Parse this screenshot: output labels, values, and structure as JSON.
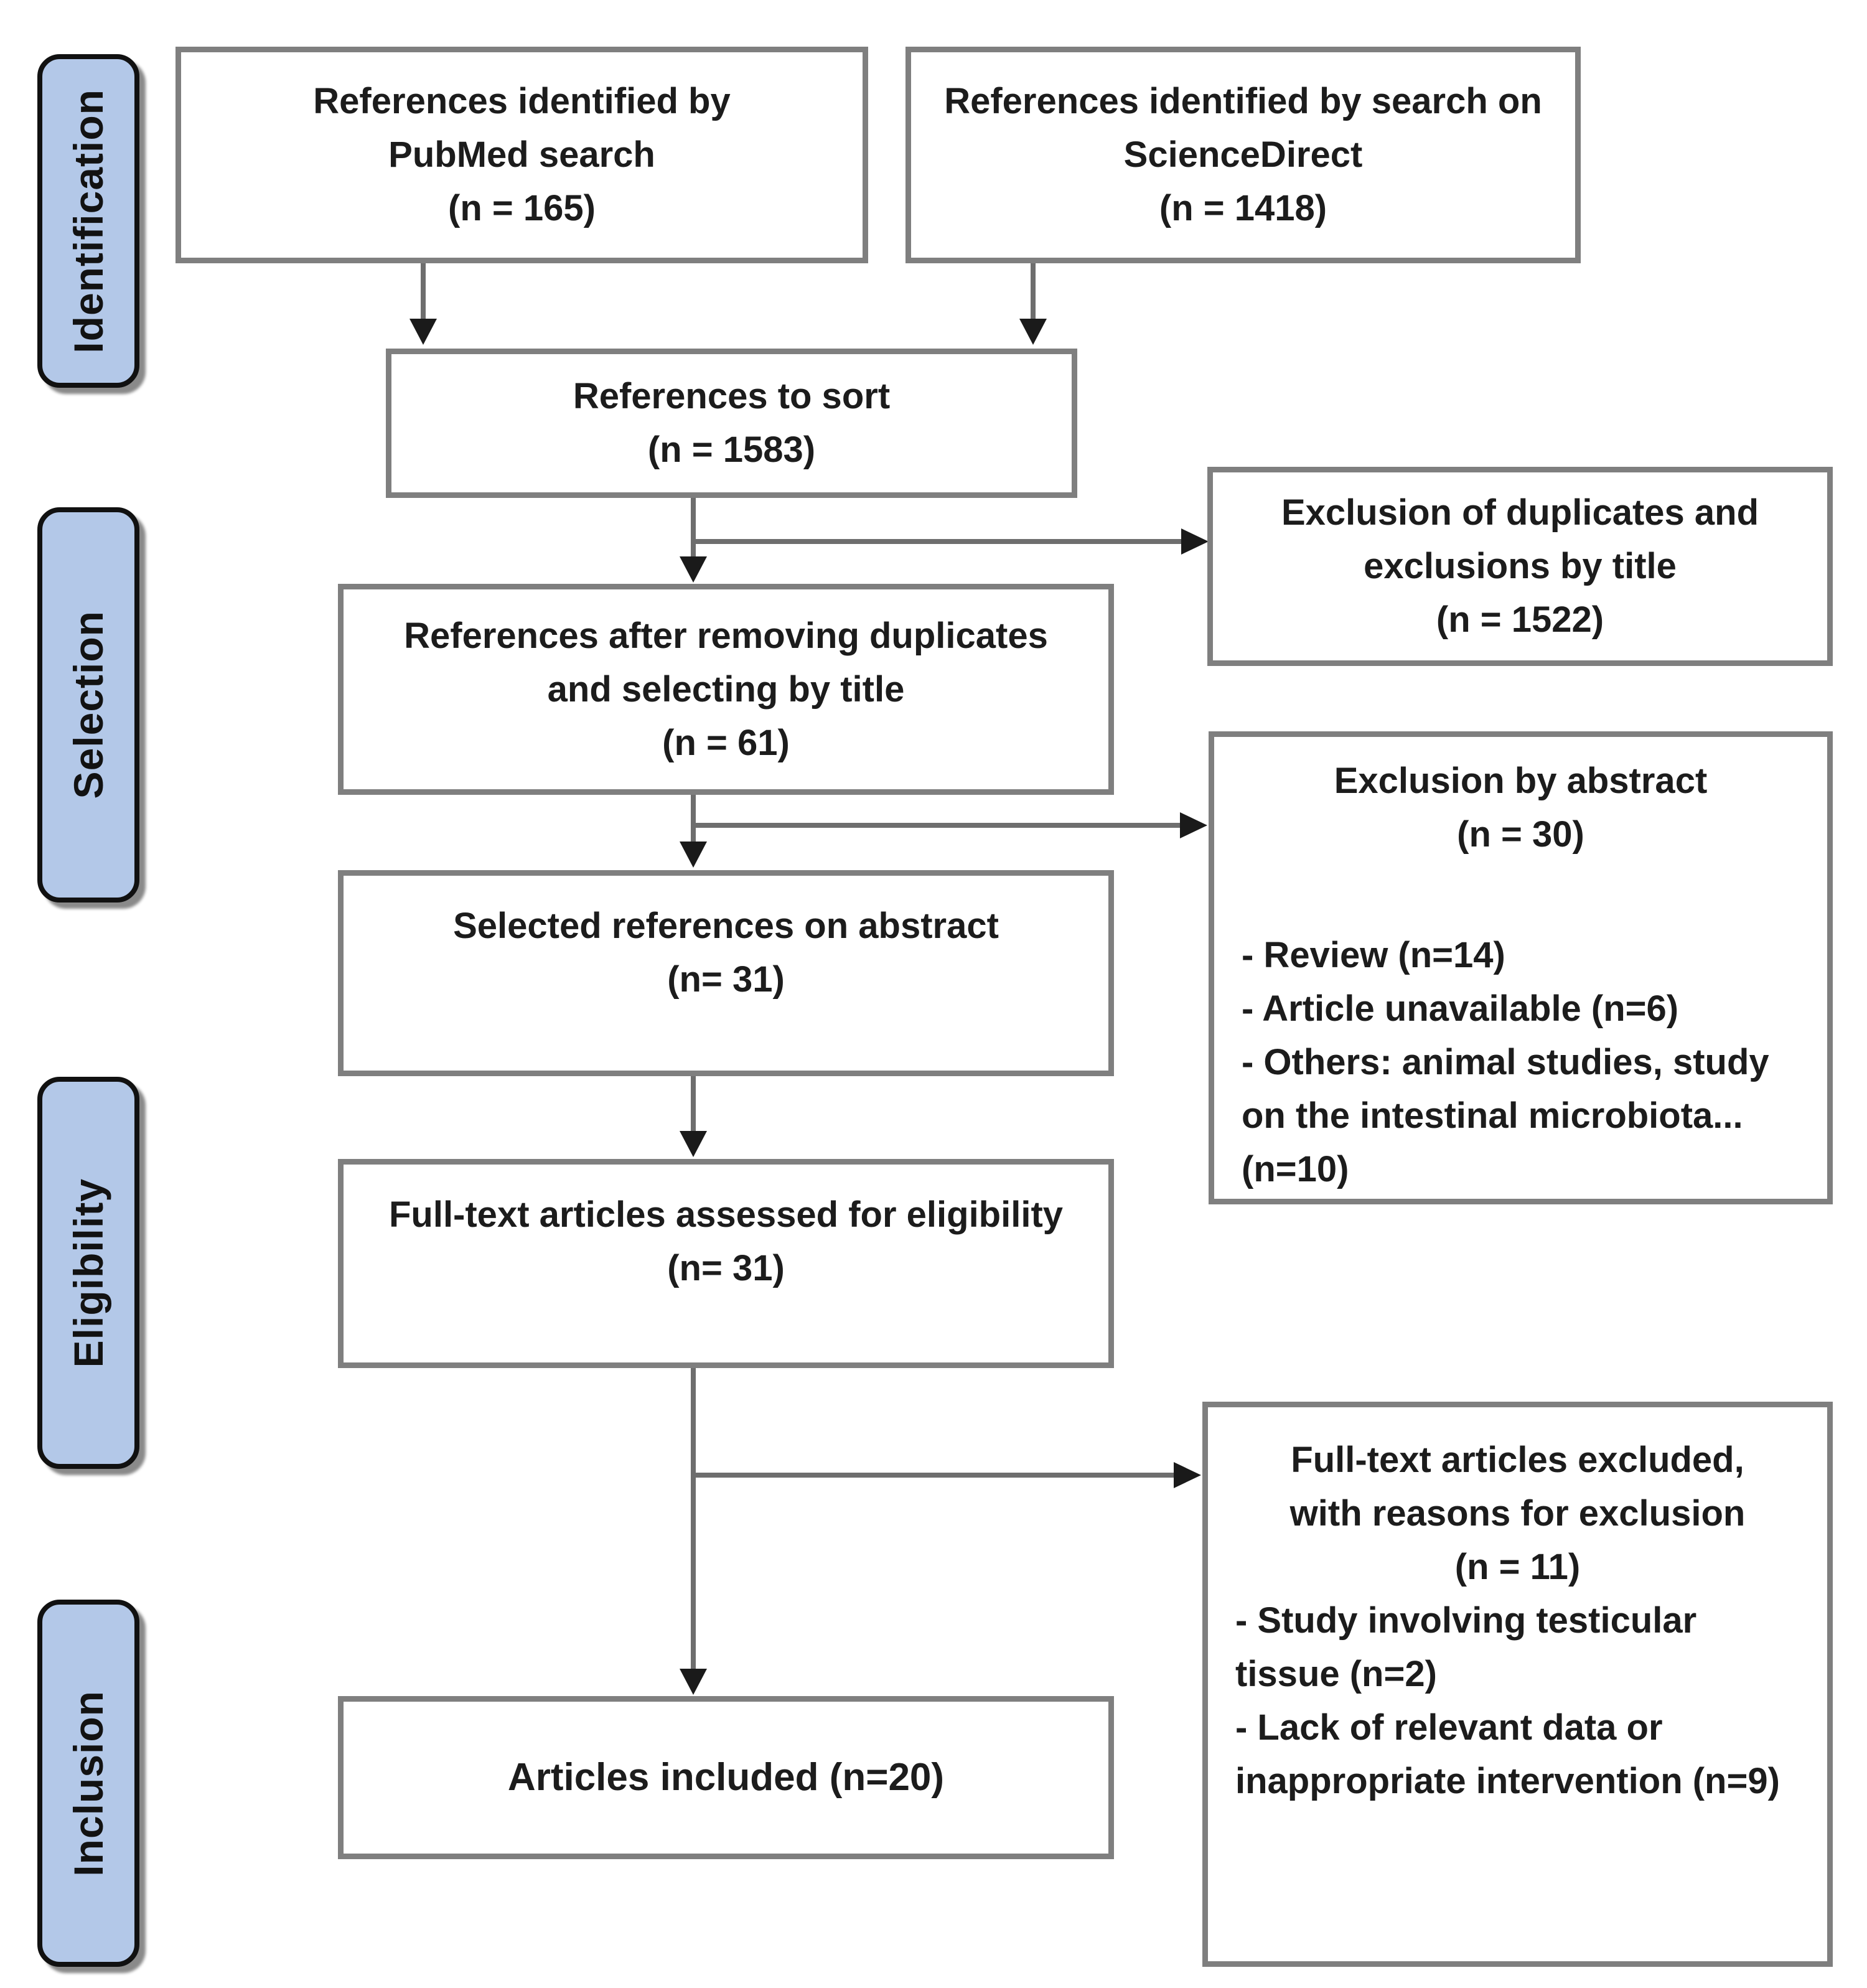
{
  "stages": [
    {
      "label": "Identification"
    },
    {
      "label": "Selection"
    },
    {
      "label": "Eligibility"
    },
    {
      "label": "Inclusion"
    }
  ],
  "boxes": {
    "pubmed": {
      "lines": [
        "References identified by",
        "PubMed search",
        "(n = 165)"
      ]
    },
    "sciencedirect": {
      "lines": [
        "References identified by search on",
        "ScienceDirect",
        "(n = 1418)"
      ]
    },
    "sort": {
      "lines": [
        "References to sort",
        "(n = 1583)"
      ]
    },
    "dedup": {
      "lines": [
        "References after removing duplicates",
        "and selecting by title",
        "(n = 61)"
      ]
    },
    "selected": {
      "lines": [
        "Selected references on abstract",
        "(n= 31)"
      ]
    },
    "fulltext": {
      "lines": [
        "Full-text articles assessed for eligibility",
        "(n= 31)"
      ]
    },
    "included": {
      "lines": [
        "Articles included (n=20)"
      ]
    },
    "excl_title": {
      "lines": [
        "Exclusion of duplicates and",
        "exclusions by title",
        "(n = 1522)"
      ]
    },
    "excl_abstract": {
      "heading": [
        "Exclusion by abstract",
        "(n = 30)"
      ],
      "bullets": [
        "- Review (n=14)",
        "- Article unavailable (n=6)",
        "- Others: animal studies, study on the intestinal microbiota... (n=10)"
      ]
    },
    "excl_fulltext": {
      "heading": [
        "Full-text articles excluded,",
        "with reasons for exclusion",
        "(n = 11)"
      ],
      "bullets": [
        "- Study involving testicular tissue (n=2)",
        "- Lack of relevant data or inappropriate intervention (n=9)"
      ]
    }
  },
  "colors": {
    "stage_fill": "#b3c8e8",
    "stage_border": "#111111",
    "box_border": "#7f7f7f",
    "connector": "#6e6e6e",
    "arrowhead": "#1a1a1a",
    "text": "#1c1c1c"
  }
}
